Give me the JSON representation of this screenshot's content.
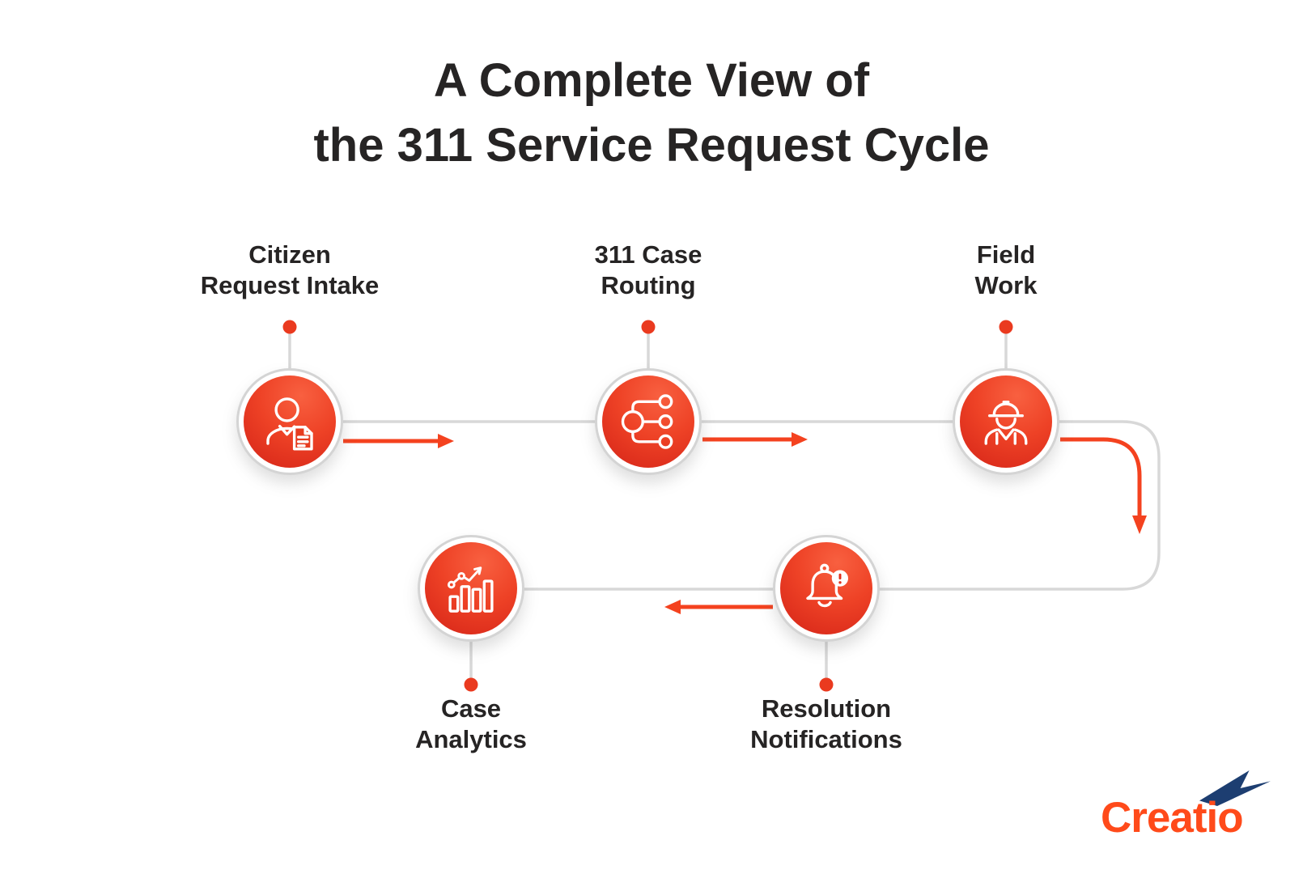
{
  "title": {
    "line1": "A Complete View of",
    "line2": "the 311 Service Request Cycle"
  },
  "nodes": [
    {
      "id": "citizen-request-intake",
      "label_line1": "Citizen",
      "label_line2": "Request Intake",
      "icon": "person-document-icon"
    },
    {
      "id": "case-routing",
      "label_line1": "311 Case",
      "label_line2": "Routing",
      "icon": "routing-icon"
    },
    {
      "id": "field-work",
      "label_line1": "Field",
      "label_line2": "Work",
      "icon": "worker-icon"
    },
    {
      "id": "resolution-notifications",
      "label_line1": "Resolution",
      "label_line2": "Notifications",
      "icon": "bell-alert-icon"
    },
    {
      "id": "case-analytics",
      "label_line1": "Case",
      "label_line2": "Analytics",
      "icon": "bar-chart-icon"
    }
  ],
  "logo": {
    "text": "Creatio"
  },
  "colors": {
    "accent_red": "#F0431C",
    "circle_gradient_light": "#F86040",
    "circle_gradient_dark": "#D42317",
    "connector_gray": "#D8D8D8",
    "text_dark": "#262424",
    "logo_orange": "#FF4A1A",
    "logo_navy": "#1D3E71",
    "badge_alert_red": "#E0301C"
  }
}
